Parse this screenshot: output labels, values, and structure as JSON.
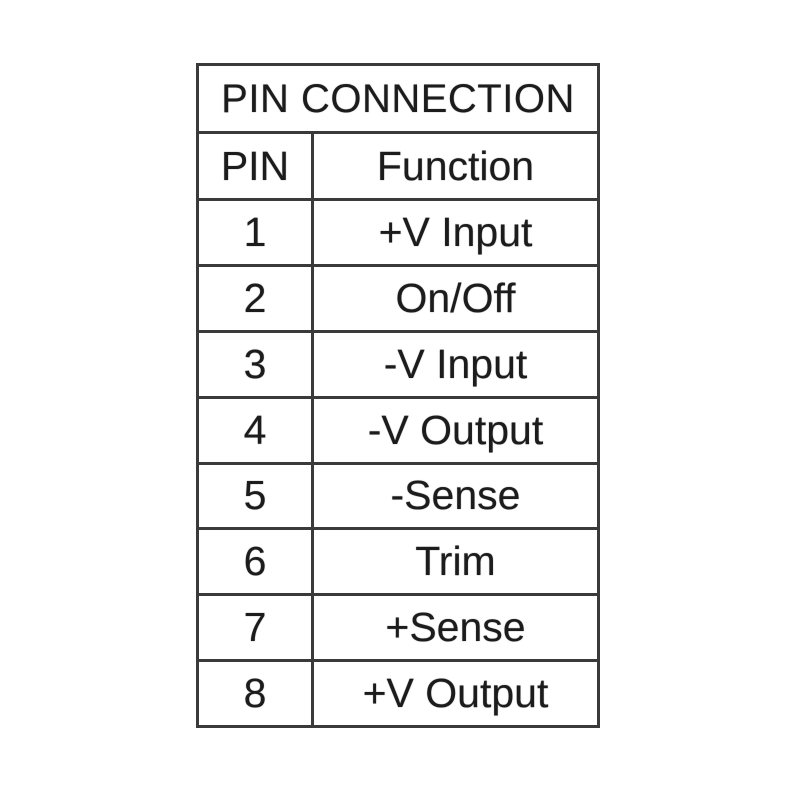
{
  "chart_data": {
    "type": "table",
    "title": "PIN CONNECTION",
    "columns": [
      "PIN",
      "Function"
    ],
    "rows": [
      [
        "1",
        "+V Input"
      ],
      [
        "2",
        "On/Off"
      ],
      [
        "3",
        "-V Input"
      ],
      [
        "4",
        "-V Output"
      ],
      [
        "5",
        "-Sense"
      ],
      [
        "6",
        "Trim"
      ],
      [
        "7",
        "+Sense"
      ],
      [
        "8",
        "+V Output"
      ]
    ]
  },
  "colors": {
    "border": "#3a3a3a",
    "text": "#1c1c1c",
    "background": "#ffffff"
  }
}
